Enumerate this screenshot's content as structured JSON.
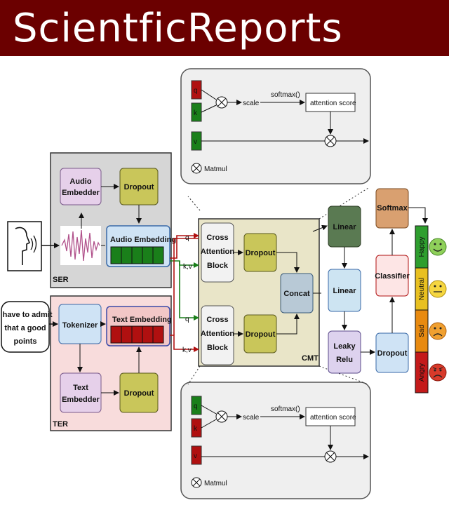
{
  "banner": {
    "title": "ScientficReports"
  },
  "colors": {
    "banner": "#6b0000",
    "green": "#1a7f1a",
    "red": "#b01010"
  },
  "attention_top": {
    "q": "q",
    "k": "k",
    "v": "v",
    "scale": "scale",
    "softmax": "softmax()",
    "score": "attention score",
    "matmul": "Matmul"
  },
  "attention_bottom": {
    "q": "q",
    "k": "k",
    "v": "v",
    "scale": "scale",
    "softmax": "softmax()",
    "score": "attention score",
    "matmul": "Matmul"
  },
  "ser": {
    "label": "SER",
    "audio_embedder": [
      "Audio",
      "Embedder"
    ],
    "dropout": "Dropout",
    "audio_embedding": "Audio Embedding"
  },
  "ter": {
    "label": "TER",
    "input_text": [
      "I have to admit",
      "that a good",
      "points"
    ],
    "tokenizer": "Tokenizer",
    "text_embedding": "Text Embedding",
    "text_embedder": [
      "Text",
      "Embedder"
    ],
    "dropout": "Dropout"
  },
  "cmt": {
    "label": "CMT",
    "cross_attention": [
      "Cross",
      "Attention",
      "Block"
    ],
    "dropout": "Dropout",
    "concat": "Concat"
  },
  "arrows": {
    "q": "q",
    "kv": "k,v"
  },
  "head": {
    "linear": "Linear",
    "leaky_relu": [
      "Leaky",
      "Relu"
    ],
    "dropout": "Dropout",
    "classifier": "Classifier",
    "softmax": "Softmax"
  },
  "emotions": [
    {
      "label": "Happy",
      "color": "#2e9e2e"
    },
    {
      "label": "Neutral",
      "color": "#e8c020"
    },
    {
      "label": "Sad",
      "color": "#e88a10"
    },
    {
      "label": "Angry",
      "color": "#c41a1a"
    }
  ]
}
